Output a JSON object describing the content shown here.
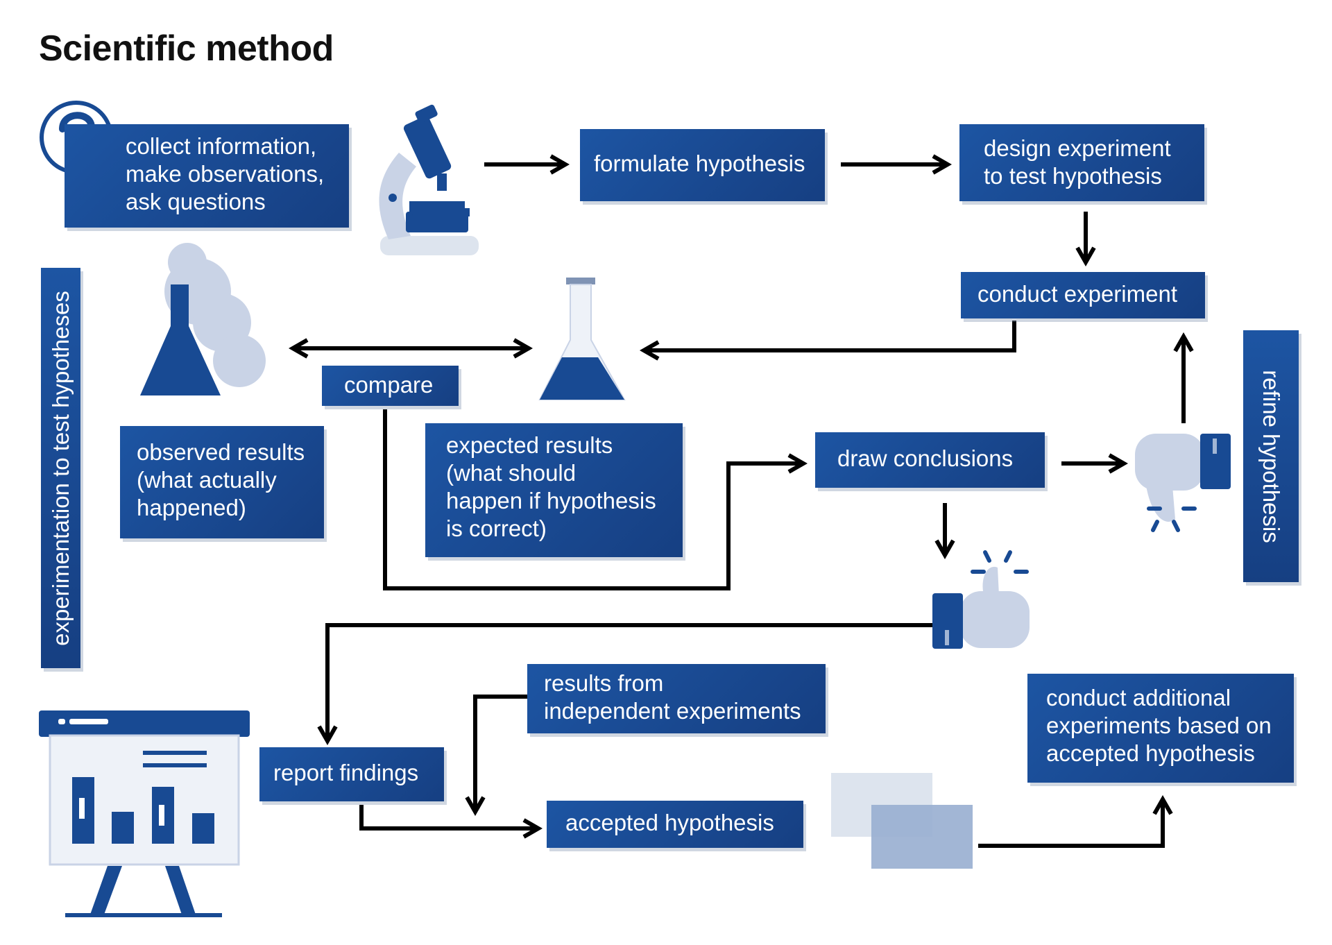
{
  "title": "Scientific method",
  "colors": {
    "primary": "#184a93",
    "light": "#c9d3e6",
    "arrow": "#000000"
  },
  "boxes": {
    "collect": "collect information,\nmake observations,\nask questions",
    "formulate": "formulate hypothesis",
    "design": "design experiment\nto test hypothesis",
    "conduct": "conduct experiment",
    "compare": "compare",
    "observed": "observed results\n(what actually\nhappened)",
    "expected": "expected results\n(what should\nhappen if hypothesis\nis correct)",
    "draw": "draw conclusions",
    "results_independent": "results from\nindependent experiments",
    "report": "report findings",
    "accepted": "accepted hypothesis",
    "additional": "conduct additional\nexperiments based on\naccepted hypothesis"
  },
  "side_labels": {
    "experimentation": "experimentation to test hypotheses",
    "refine": "refine hypothesis"
  },
  "icons": [
    "question-mark-icon",
    "microscope-icon",
    "smoking-flask-icon",
    "erlenmeyer-flask-icon",
    "thumbs-down-icon",
    "thumbs-up-icon",
    "presentation-board-icon",
    "stacked-cards-icon"
  ]
}
